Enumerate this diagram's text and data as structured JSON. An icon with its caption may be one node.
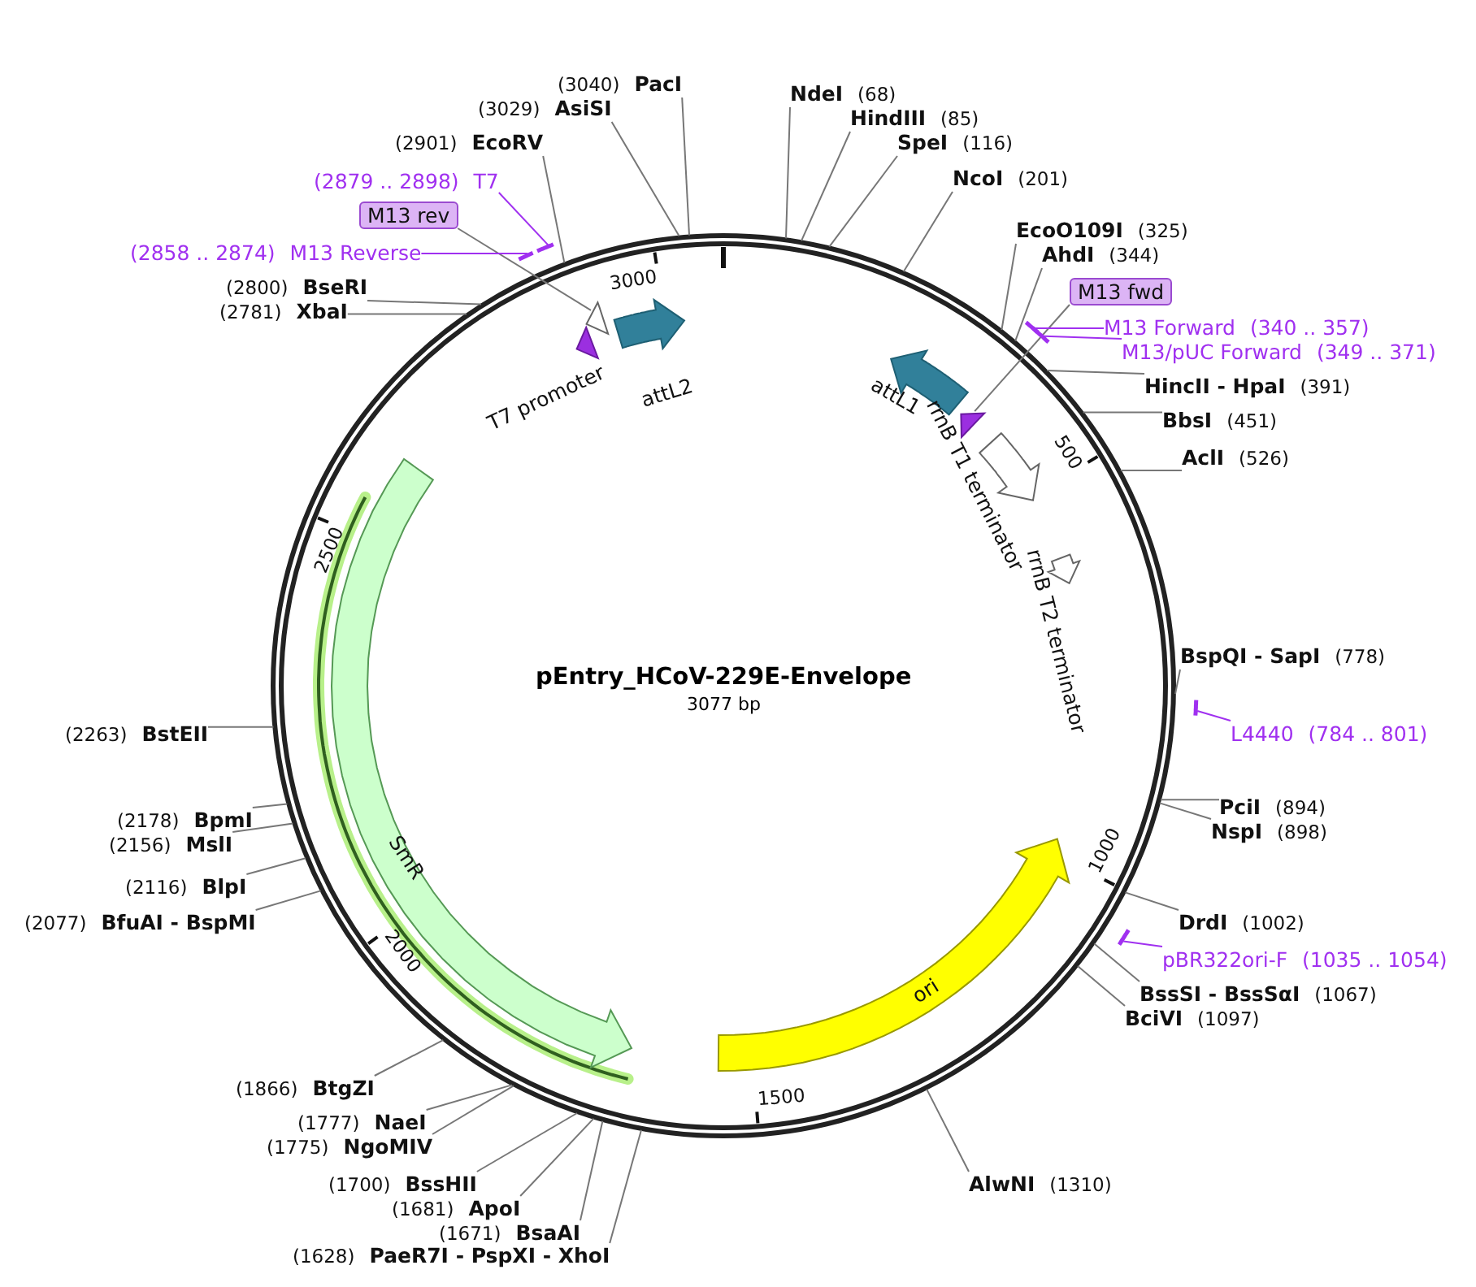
{
  "diagram": {
    "title": "pEntry_HCoV-229E-Envelope",
    "nodes": [
      {
        "text": [
          "(3040)",
          "PacI"
        ]
      },
      {
        "text": [
          "(3029)",
          "AsiSI"
        ]
      },
      {
        "text": [
          "NdeI",
          "(68)"
        ]
      },
      {
        "text": [
          "HindIII",
          "(85)"
        ]
      },
      {
        "text": [
          "(2901)",
          "EcoRV"
        ]
      },
      {
        "text": [
          "SpeI",
          "(116)"
        ]
      },
      {
        "text": [
          "NcoI",
          "(201)"
        ]
      },
      {
        "text": [
          "(2879 .. 2898)",
          "T7"
        ]
      },
      {
        "text": [
          "M13 rev"
        ]
      },
      {
        "text": [
          "EcoO109I",
          "(325)"
        ]
      },
      {
        "text": [
          "(2858 .. 2874)",
          "M13 Reverse"
        ]
      },
      {
        "text": [
          "AhdI",
          "(344)"
        ]
      },
      {
        "text": [
          "(2800)",
          "BseRI"
        ]
      },
      {
        "text": [
          "M13 fwd"
        ]
      },
      {
        "text": [
          "(2781)",
          "XbaI"
        ]
      },
      {
        "text": [
          "M13 Forward",
          "(340 .. 357)"
        ]
      },
      {
        "text": [
          "M13/pUC Forward",
          "(349 .. 371)"
        ]
      },
      {
        "text": [],
        "shape": "arrow"
      },
      {
        "text": [
          "T7 promoter"
        ]
      },
      {
        "text": [
          "attL2"
        ]
      },
      {
        "text": [
          "attL1"
        ]
      },
      {
        "text": [],
        "shape": "arrow"
      },
      {
        "text": [
          "HincII - HpaI",
          "(391)"
        ]
      },
      {
        "text": [
          "BbsI",
          "(451)"
        ]
      },
      {
        "text": [
          "rrnB T1 terminator"
        ]
      },
      {
        "text": [
          "AclI",
          "(526)"
        ]
      },
      {
        "text": [
          "rrnB T2 terminator"
        ]
      },
      {
        "text": [
          "BspQI - SapI",
          "(778)"
        ]
      },
      {
        "text": [
          "L4440",
          "(784 .. 801)"
        ]
      },
      {
        "text": [
          "(2263)",
          "BstEII"
        ]
      },
      {
        "text": [
          "PciI",
          "(894)"
        ]
      },
      {
        "text": [
          "(2178)",
          "BpmI"
        ]
      },
      {
        "text": [
          "NspI",
          "(898)"
        ]
      },
      {
        "text": [
          "(2156)",
          "MslI"
        ]
      },
      {
        "text": [
          "SmR"
        ]
      },
      {
        "text": [
          "(2116)",
          "BlpI"
        ]
      },
      {
        "text": [
          "(2077)",
          "BfuAI - BspMI"
        ]
      },
      {
        "text": [
          "DrdI",
          "(1002)"
        ]
      },
      {
        "text": [
          "pBR322ori-F",
          "(1035 .. 1054)"
        ]
      },
      {
        "text": [
          "BssSI - BssSαI",
          "(1067)"
        ]
      },
      {
        "text": [
          "BciVI",
          "(1097)"
        ]
      },
      {
        "text": [
          "ori"
        ]
      },
      {
        "text": [
          "(1866)",
          "BtgZI"
        ]
      },
      {
        "text": [
          "(1777)",
          "NaeI"
        ]
      },
      {
        "text": [
          "(1775)",
          "NgoMIV"
        ]
      },
      {
        "text": [
          "(1700)",
          "BssHII"
        ]
      },
      {
        "text": [
          "AlwNI",
          "(1310)"
        ]
      },
      {
        "text": [
          "(1681)",
          "ApoI"
        ]
      },
      {
        "text": [
          "(1671)",
          "BsaAI"
        ]
      },
      {
        "text": [
          "(1628)",
          "PaeR7I - PspXI - XhoI"
        ]
      }
    ],
    "edges": [
      {
        "from": 0,
        "to": null,
        "arrow": "none"
      },
      {
        "from": 1,
        "to": null,
        "arrow": "none"
      },
      {
        "from": 2,
        "to": null,
        "arrow": "none"
      },
      {
        "from": 3,
        "to": null,
        "arrow": "none"
      },
      {
        "from": 4,
        "to": null,
        "arrow": "none"
      },
      {
        "from": 5,
        "to": null,
        "arrow": "none"
      },
      {
        "from": 6,
        "to": null,
        "arrow": "none"
      },
      {
        "from": 7,
        "to": null,
        "arrow": "none",
        "color": "#a030f0"
      },
      {
        "from": 8,
        "to": 17,
        "arrow": "none"
      },
      {
        "from": 9,
        "to": null,
        "arrow": "none"
      },
      {
        "from": 10,
        "to": null,
        "arrow": "none",
        "color": "#a030f0"
      },
      {
        "from": 11,
        "to": null,
        "arrow": "none"
      },
      {
        "from": 12,
        "to": null,
        "arrow": "none"
      },
      {
        "from": 13,
        "to": 21,
        "arrow": "none"
      },
      {
        "from": 14,
        "to": null,
        "arrow": "none"
      },
      {
        "from": 15,
        "to": null,
        "arrow": "none",
        "color": "#a030f0"
      },
      {
        "from": 16,
        "to": null,
        "arrow": "none",
        "color": "#a030f0"
      },
      {
        "from": 22,
        "to": null,
        "arrow": "none"
      },
      {
        "from": 23,
        "to": null,
        "arrow": "none"
      },
      {
        "from": 25,
        "to": null,
        "arrow": "none"
      },
      {
        "from": 27,
        "to": null,
        "arrow": "none"
      },
      {
        "from": 28,
        "to": null,
        "arrow": "none",
        "color": "#a030f0"
      },
      {
        "from": 29,
        "to": null,
        "arrow": "none"
      },
      {
        "from": 30,
        "to": null,
        "arrow": "none"
      },
      {
        "from": 31,
        "to": null,
        "arrow": "none"
      },
      {
        "from": 32,
        "to": null,
        "arrow": "none"
      },
      {
        "from": 33,
        "to": null,
        "arrow": "none"
      },
      {
        "from": 35,
        "to": null,
        "arrow": "none"
      },
      {
        "from": 36,
        "to": null,
        "arrow": "none"
      },
      {
        "from": 37,
        "to": null,
        "arrow": "none"
      },
      {
        "from": 38,
        "to": null,
        "arrow": "none",
        "color": "#a030f0"
      },
      {
        "from": 39,
        "to": null,
        "arrow": "none"
      },
      {
        "from": 40,
        "to": null,
        "arrow": "none"
      },
      {
        "from": 42,
        "to": null,
        "arrow": "none"
      },
      {
        "from": 43,
        "to": null,
        "arrow": "none"
      },
      {
        "from": 44,
        "to": null,
        "arrow": "none"
      },
      {
        "from": 45,
        "to": null,
        "arrow": "none"
      },
      {
        "from": 46,
        "to": null,
        "arrow": "none"
      },
      {
        "from": 47,
        "to": null,
        "arrow": "none"
      },
      {
        "from": 48,
        "to": null,
        "arrow": "none"
      },
      {
        "from": 49,
        "to": null,
        "arrow": "none"
      }
    ],
    "labels": [
      "3077 bp",
      "3000",
      "500",
      "1000",
      "1500",
      "2000",
      "2500"
    ]
  }
}
